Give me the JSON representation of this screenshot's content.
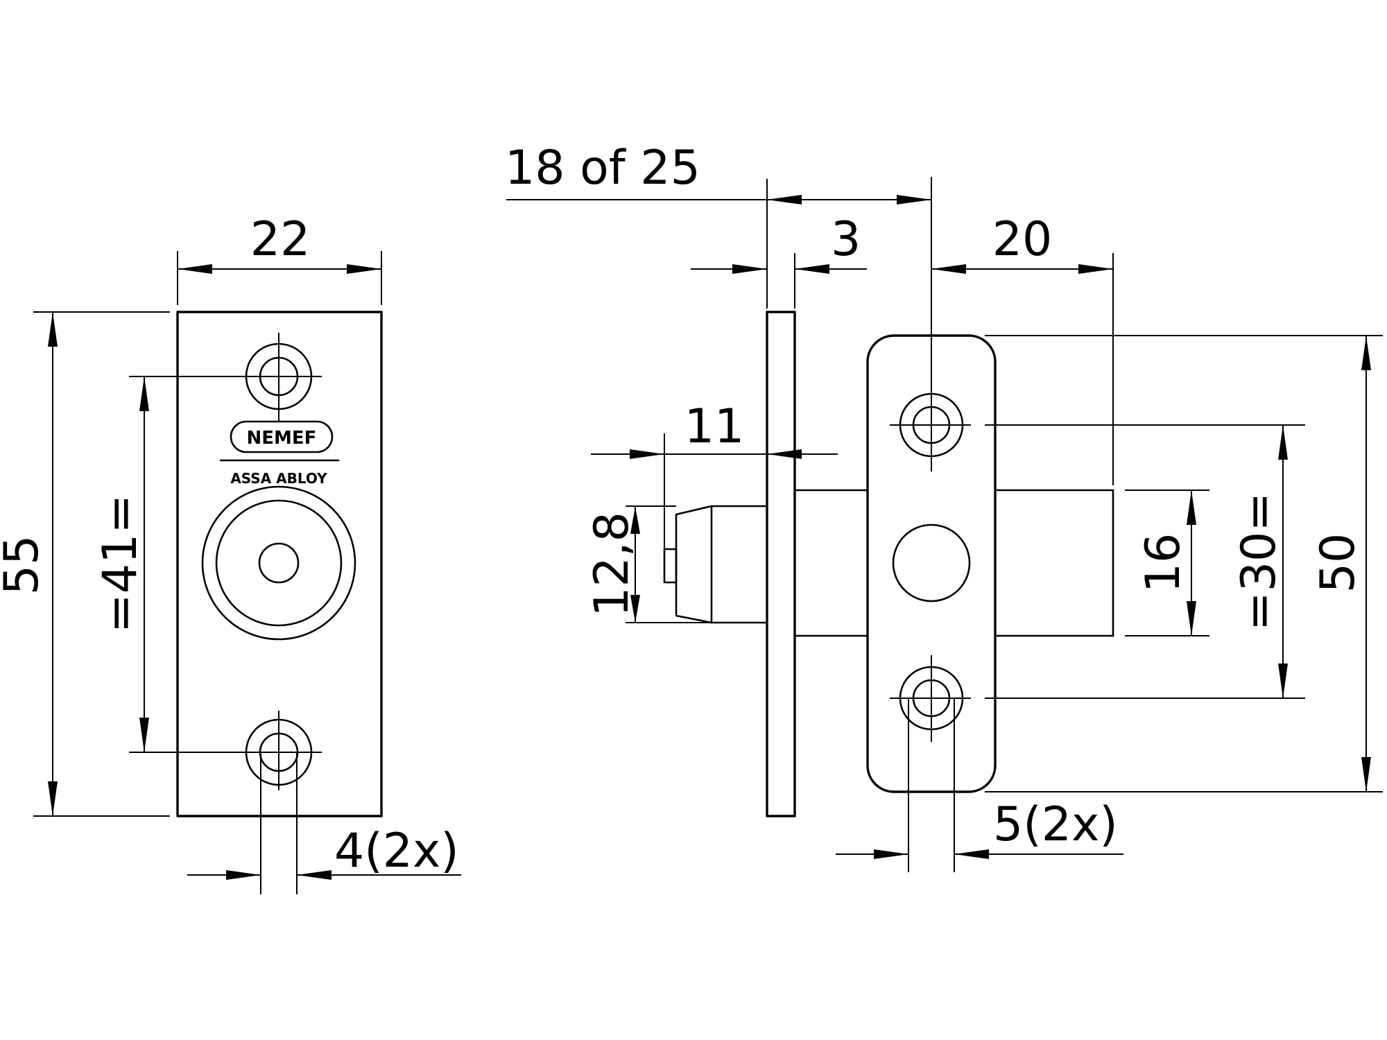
{
  "dimensions": {
    "width": "22",
    "height": "55",
    "hole_spacing": "=41=",
    "hole_diameter_left": "4(2x)",
    "bolt_length_range": "18 of 25",
    "plate_thickness": "3",
    "body_depth": "20",
    "bolt_projection": "11",
    "bolt_height": "12,8",
    "body_height": "16",
    "hole_spacing_right": "=30=",
    "flange_height": "50",
    "hole_diameter_right": "5(2x)"
  },
  "logo": {
    "brand": "NEMEF",
    "group": "ASSA ABLOY"
  }
}
